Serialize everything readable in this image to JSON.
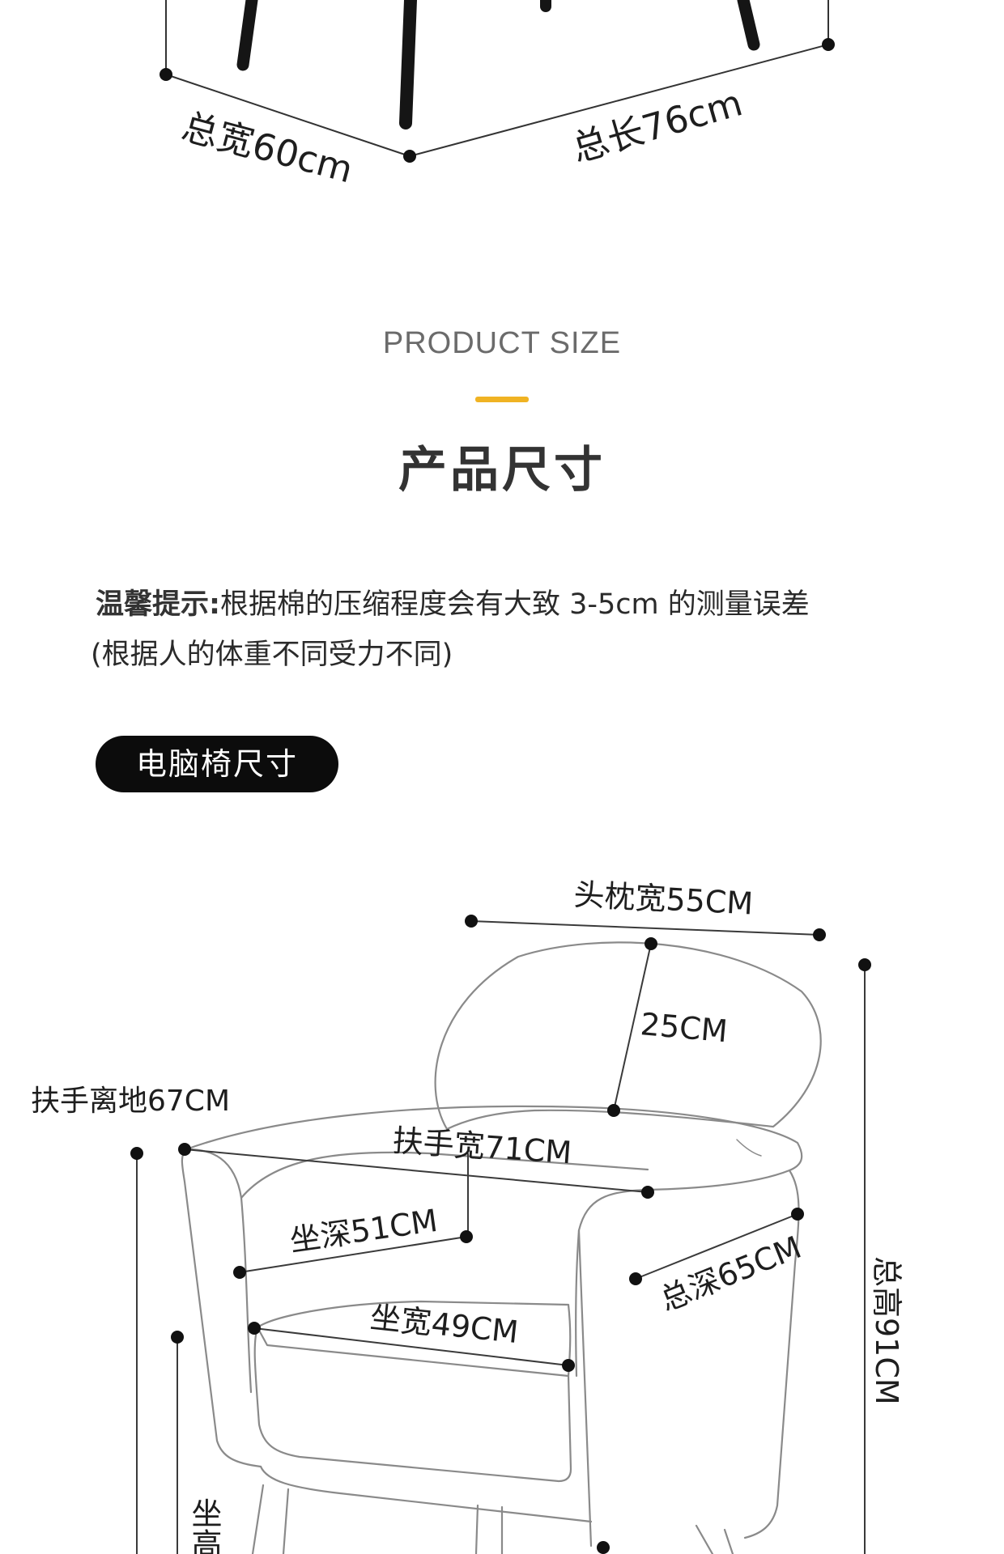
{
  "top_dimensions": {
    "width_label": "总宽60cm",
    "length_label": "总长76cm"
  },
  "section": {
    "subtitle_en": "PRODUCT SIZE",
    "title_cn": "产品尺寸",
    "accent_color": "#f0b323"
  },
  "notice": {
    "lead": "温馨提示:",
    "text": "根据棉的压缩程度会有大致 3-5cm 的测量误差",
    "line2": "(根据人的体重不同受力不同)"
  },
  "chair_tag": "电脑椅尺寸",
  "dimensions": {
    "headrest_width": "头枕宽55CM",
    "headrest_height": "25CM",
    "armrest_floor": "扶手离地67CM",
    "armrest_width": "扶手宽71CM",
    "seat_depth": "坐深51CM",
    "total_depth": "总深65CM",
    "seat_width": "坐宽49CM",
    "total_height": "总高91CM",
    "seat_height_partial": "坐高"
  }
}
